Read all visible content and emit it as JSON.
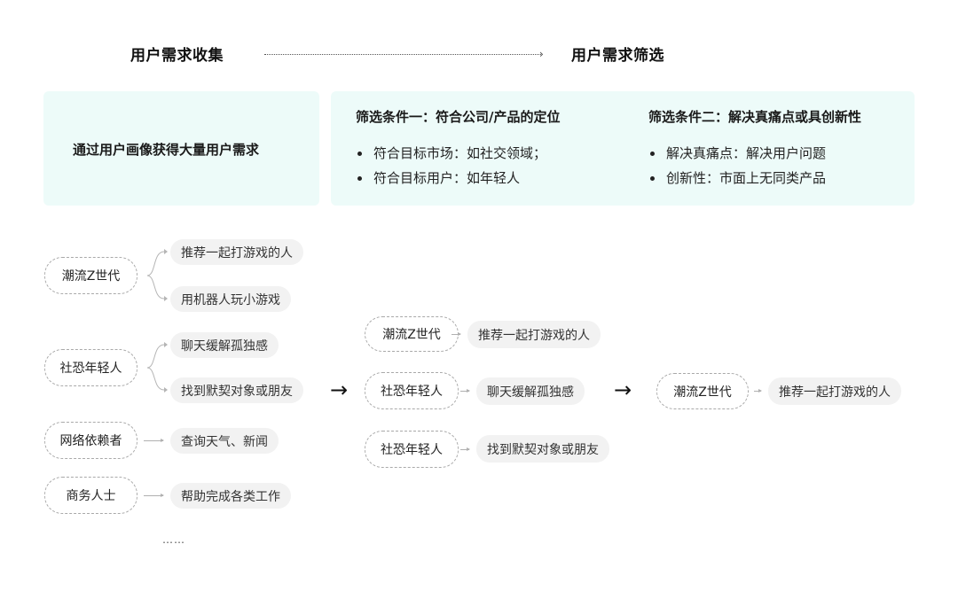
{
  "header": {
    "left_title": "用户需求收集",
    "right_title": "用户需求筛选",
    "arrow_glyph": "›"
  },
  "panels": {
    "collect": {
      "text": "通过用户画像获得大量用户需求"
    },
    "criteria": [
      {
        "title": "筛选条件一：符合公司/产品的定位",
        "items": [
          "符合目标市场：如社交领域；",
          "符合目标用户：如年轻人"
        ]
      },
      {
        "title": "筛选条件二：解决真痛点或具创新性",
        "items": [
          "解决真痛点：解决用户问题",
          "创新性：市面上无同类产品"
        ]
      }
    ]
  },
  "collection": {
    "groups": [
      {
        "persona": "潮流Z世代",
        "needs": [
          "推荐一起打游戏的人",
          "用机器人玩小游戏"
        ]
      },
      {
        "persona": "社恐年轻人",
        "needs": [
          "聊天缓解孤独感",
          "找到默契对象或朋友"
        ]
      },
      {
        "persona": "网络依赖者",
        "needs": [
          "查询天气、新闻"
        ]
      },
      {
        "persona": "商务人士",
        "needs": [
          "帮助完成各类工作"
        ]
      }
    ],
    "more": "……"
  },
  "stage1": {
    "arrow_glyph": "→",
    "rows": [
      {
        "persona": "潮流Z世代",
        "need": "推荐一起打游戏的人"
      },
      {
        "persona": "社恐年轻人",
        "need": "聊天缓解孤独感"
      },
      {
        "persona": "社恐年轻人",
        "need": "找到默契对象或朋友"
      }
    ]
  },
  "stage2": {
    "arrow_glyph": "→",
    "rows": [
      {
        "persona": "潮流Z世代",
        "need": "推荐一起打游戏的人"
      }
    ]
  },
  "colors": {
    "panel_bg": "#edfbf9",
    "need_bg": "#f2f2f2",
    "persona_border": "#a9a9a9"
  }
}
